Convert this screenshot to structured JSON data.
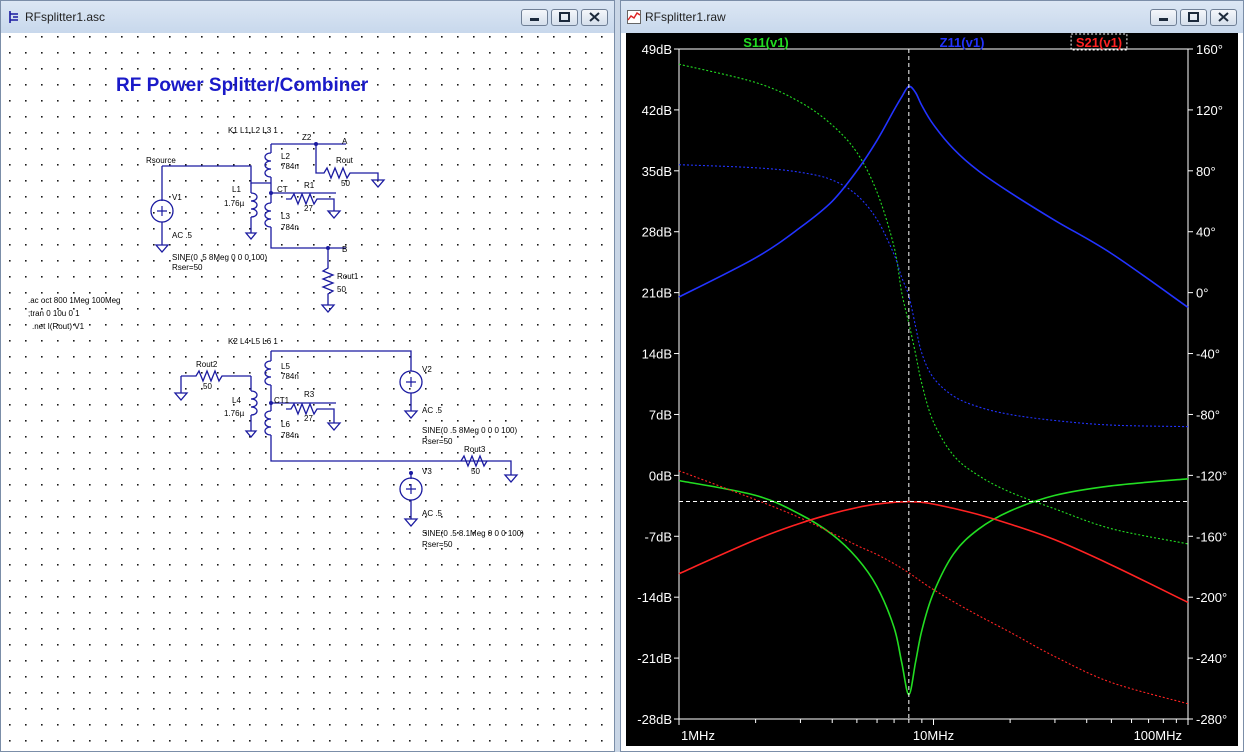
{
  "schematic_window": {
    "title": "RFsplitter1.asc",
    "heading": "RF Power Splitter/Combiner",
    "labels": {
      "k1": "K1 L1 L2 L3 1",
      "z2": "Z2",
      "a": "A",
      "rsource": "Rsource",
      "l2": "L2",
      "l2v": "784n",
      "rout": "Rout",
      "rout_v": "50",
      "v1": "V1",
      "l1": "L1",
      "l1v": "1.76µ",
      "ct": "CT",
      "r1": "R1",
      "r1v": "27",
      "l3": "L3",
      "l3v": "784n",
      "ac1": "AC .5",
      "b": "B",
      "sine1": "SINE(0 .5 8Meg 0 0 0 100)",
      "rser1": "Rser=50",
      "rout1": "Rout1",
      "rout1_v": "50",
      "dir1": ".ac oct 800 1Meg 100Meg",
      "dir2": ";tran 0 10u 0 1",
      "dir3": ".net I(Rout) V1",
      "k2": "K2 L4 L5 L6 1",
      "rout2": "Rout2",
      "rout2_v": "50",
      "l5": "L5",
      "l5v": "784n",
      "v2": "V2",
      "l4": "L4",
      "l4v": "1.76µ",
      "ct1": "CT1",
      "r3": "R3",
      "r3v": "27",
      "ac2": "AC .5",
      "l6": "L6",
      "l6v": "784n",
      "sine2": "SINE(0 .5 8Meg 0 0 0 100)",
      "rser2": "Rser=50",
      "rout3": "Rout3",
      "rout3_v": "50",
      "v3": "V3",
      "ac3": "AC .5",
      "sine3": "SINE(0 .5 8.1Meg 0 0 0 100)",
      "rser3": "Rser=50"
    }
  },
  "waveform_window": {
    "title": "RFsplitter1.raw"
  },
  "colors": {
    "s11": "#22dd22",
    "z11": "#2233ff",
    "s21": "#ff2222",
    "schematic_wire": "#1a1aa0",
    "heading": "#1a1ac8",
    "plot_bg": "#000000",
    "axis_text": "#ffffff"
  },
  "chart_data": {
    "type": "line",
    "x_scale": "log",
    "xlim": [
      "1MHz",
      "100MHz"
    ],
    "x_ticks": [
      "1MHz",
      "10MHz",
      "100MHz"
    ],
    "y_left_ticks": [
      "49dB",
      "42dB",
      "35dB",
      "28dB",
      "21dB",
      "14dB",
      "7dB",
      "0dB",
      "-7dB",
      "-14dB",
      "-21dB",
      "-28dB"
    ],
    "y_right_ticks": [
      "160°",
      "120°",
      "80°",
      "40°",
      "0°",
      "-40°",
      "-80°",
      "-120°",
      "-160°",
      "-200°",
      "-240°",
      "-280°"
    ],
    "ylim_left": [
      -28,
      49
    ],
    "ylim_right": [
      -280,
      160
    ],
    "grid": false,
    "cursor": {
      "freq_mhz": 8,
      "db": -3
    },
    "legend": [
      "S11(v1)",
      "Z11(v1)",
      "S21(v1)"
    ],
    "series": [
      {
        "name": "S11(v1)",
        "kind": "magnitude",
        "color": "#22dd22",
        "x": [
          1,
          2,
          3,
          4,
          5,
          6,
          7,
          7.5,
          8,
          8.5,
          9,
          10,
          12,
          15,
          20,
          30,
          50,
          100
        ],
        "y": [
          -0.6,
          -2.3,
          -4.5,
          -6.8,
          -9.5,
          -12.8,
          -17.5,
          -21.5,
          -25.2,
          -21.5,
          -17.8,
          -13.5,
          -9.0,
          -6.2,
          -4.1,
          -2.3,
          -1.2,
          -0.4
        ]
      },
      {
        "name": "S11(v1)",
        "kind": "phase",
        "color": "#22dd22",
        "x": [
          1,
          2,
          3,
          4,
          5,
          6,
          7,
          7.5,
          8,
          8.5,
          9,
          10,
          12,
          15,
          20,
          30,
          50,
          100
        ],
        "y": [
          150,
          138,
          125,
          110,
          92,
          66,
          30,
          0,
          -20,
          -40,
          -60,
          -85,
          -107,
          -120,
          -131,
          -142,
          -155,
          -165
        ]
      },
      {
        "name": "Z11(v1)",
        "kind": "magnitude",
        "color": "#2233ff",
        "x": [
          1,
          2,
          3,
          4,
          5,
          6,
          7,
          7.5,
          8,
          8.5,
          9,
          10,
          12,
          15,
          20,
          30,
          50,
          100
        ],
        "y": [
          20.5,
          25.0,
          28.5,
          31.5,
          35.0,
          38.5,
          42.0,
          43.5,
          44.7,
          44.0,
          42.5,
          40.3,
          37.5,
          35.0,
          32.5,
          29.3,
          25.5,
          19.3
        ]
      },
      {
        "name": "Z11(v1)",
        "kind": "phase",
        "color": "#2233ff",
        "x": [
          1,
          2,
          3,
          4,
          5,
          6,
          7,
          7.5,
          8,
          8.5,
          9,
          10,
          12,
          15,
          20,
          30,
          50,
          100
        ],
        "y": [
          84,
          82,
          79,
          74,
          64,
          48,
          25,
          10,
          -2,
          -22,
          -40,
          -56,
          -68,
          -75,
          -80,
          -84,
          -87,
          -88
        ]
      },
      {
        "name": "S21(v1)",
        "kind": "magnitude",
        "color": "#ff2222",
        "x": [
          1,
          2,
          3,
          4,
          5,
          6,
          7,
          7.5,
          8,
          8.5,
          9,
          10,
          12,
          15,
          20,
          30,
          50,
          100
        ],
        "y": [
          -11.3,
          -7.4,
          -5.5,
          -4.4,
          -3.7,
          -3.3,
          -3.1,
          -3.05,
          -3.02,
          -3.05,
          -3.1,
          -3.3,
          -3.8,
          -4.5,
          -5.6,
          -7.4,
          -10.3,
          -14.6
        ]
      },
      {
        "name": "S21(v1)",
        "kind": "phase",
        "color": "#ff2222",
        "x": [
          1,
          2,
          3,
          4,
          5,
          6,
          7,
          7.5,
          8,
          8.5,
          9,
          10,
          12,
          15,
          20,
          30,
          50,
          100
        ],
        "y": [
          -117,
          -136,
          -148,
          -158,
          -166,
          -172,
          -178,
          -181,
          -184,
          -187,
          -190,
          -195,
          -203,
          -212,
          -223,
          -239,
          -256,
          -270
        ]
      }
    ]
  }
}
